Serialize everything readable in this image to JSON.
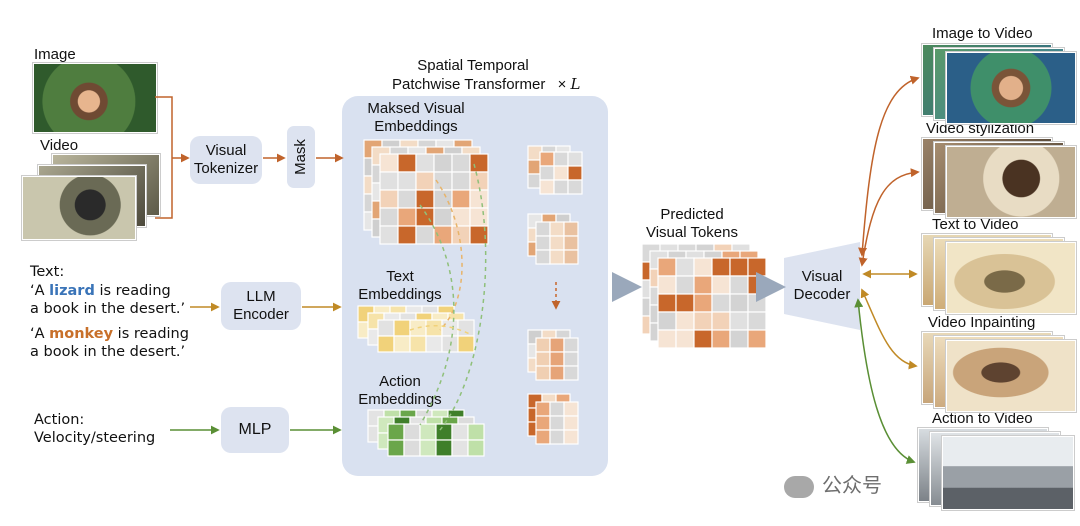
{
  "inputs": {
    "image_label": "Image",
    "video_label": "Video",
    "text_label": "Text:",
    "text_prompt_1_pre": "‘A ",
    "text_prompt_1_word": "lizard",
    "text_prompt_1_post": " is reading",
    "text_prompt_1_line2": "a book in the desert.’",
    "text_prompt_2_pre": "‘A ",
    "text_prompt_2_word": "monkey",
    "text_prompt_2_post": " is reading",
    "text_prompt_2_line2": "a book in the desert.’",
    "action_label_1": "Action:",
    "action_label_2": "Velocity/steering"
  },
  "modules": {
    "visual_tokenizer_1": "Visual",
    "visual_tokenizer_2": "Tokenizer",
    "mask": "Mask",
    "llm_encoder_1": "LLM",
    "llm_encoder_2": "Encoder",
    "mlp": "MLP",
    "visual_decoder_1": "Visual",
    "visual_decoder_2": "Decoder"
  },
  "transformer": {
    "title_1": "Spatial Temporal",
    "title_2": "Patchwise Transformer",
    "times": "×",
    "layers_symbol": "L",
    "masked_embeddings_1": "Maksed Visual",
    "masked_embeddings_2": "Embeddings",
    "text_embeddings_1": "Text",
    "text_embeddings_2": "Embeddings",
    "action_embeddings_1": "Action",
    "action_embeddings_2": "Embeddings"
  },
  "predicted": {
    "label_1": "Predicted",
    "label_2": "Visual Tokens"
  },
  "outputs": {
    "image_to_video": "Image to Video",
    "video_stylization": "Video stylization",
    "text_to_video": "Text to Video",
    "video_inpainting": "Video Inpainting",
    "action_to_video": "Action to Video"
  },
  "watermark": "公众号",
  "colors": {
    "arrow_orange": "#c0632b",
    "arrow_text": "#c08a26",
    "arrow_action": "#5a8f35",
    "arrow_gray": "#9aa8bb",
    "lizard_blue": "#3a74b8",
    "monkey_orange": "#c8702a",
    "panel_bg": "#d9e1f0",
    "module_bg": "#dde3f0"
  }
}
